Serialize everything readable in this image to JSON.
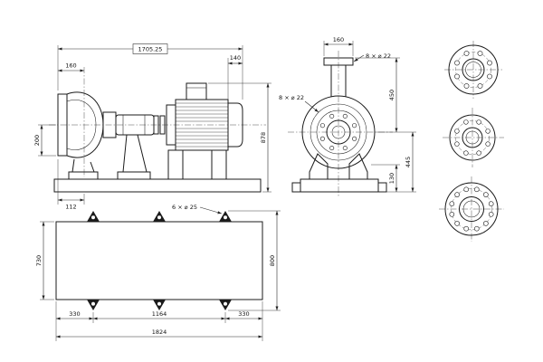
{
  "drawing": {
    "side_view": {
      "overall_length": "1705.25",
      "flange_to_volute": "160",
      "fan_cover_length": "140",
      "centerline_to_flange_bottom": "200",
      "overall_height": "878",
      "flange_to_base": "112"
    },
    "end_view": {
      "discharge_flange_width": "160",
      "discharge_flange_holes": "8 × ⌀ 22",
      "suction_flange_holes": "8 × ⌀ 22",
      "flange_to_centerline": "450",
      "foot_height": "130",
      "centerline_to_base": "445"
    },
    "plan_view": {
      "anchor_holes": "6 × ⌀ 25",
      "baseplate_width": "730",
      "clamp_span": "800",
      "edge_to_first_hole": "330",
      "hole_spacing": "1164",
      "last_hole_to_edge": "330",
      "baseplate_length": "1824"
    }
  }
}
